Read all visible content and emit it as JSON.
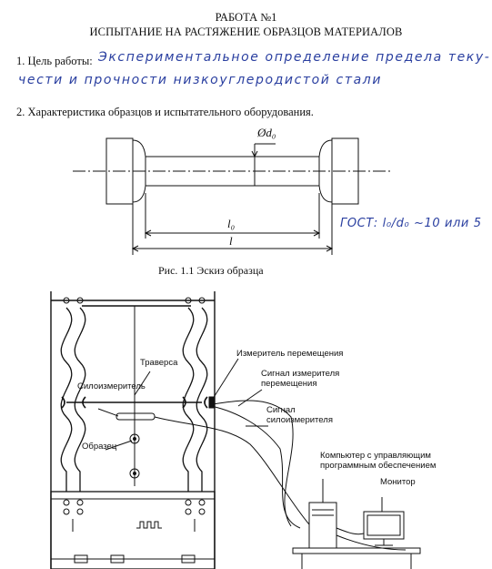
{
  "header": {
    "work_title": "РАБОТА №1",
    "work_subtitle": "ИСПЫТАНИЕ НА РАСТЯЖЕНИЕ ОБРАЗЦОВ МАТЕРИАЛОВ"
  },
  "section1": {
    "label": "1.  Цель работы:",
    "handwritten_line1": "Экспериментальное определение предела теку-",
    "handwritten_line2": "чести и прочности низкоуглеродистой стали"
  },
  "section2": {
    "label": "2.  Характеристика образцов и испытательного оборудования."
  },
  "figure1": {
    "diameter_label": "Ød₀",
    "gauge_length_label": "l₀",
    "total_length_label": "l",
    "handwritten_note": "ГОСТ: l₀/d₀ ~10 или 5",
    "caption": "Рис. 1.1 Эскиз образца"
  },
  "figure2": {
    "labels": {
      "traverse": "Траверса",
      "load_meter": "Силоизмеритель",
      "specimen": "Образец",
      "displacement_meter": "Измеритель перемещения",
      "displacement_signal": "Сигнал измерителя\nперемещения",
      "force_signal": "Сигнал\nсилоизмерителя",
      "computer": "Компьютер с управляющим\nпрограммным обеспечением",
      "monitor": "Монитор"
    }
  },
  "colors": {
    "ink": "#111111",
    "handwriting": "#2a3fa0"
  }
}
